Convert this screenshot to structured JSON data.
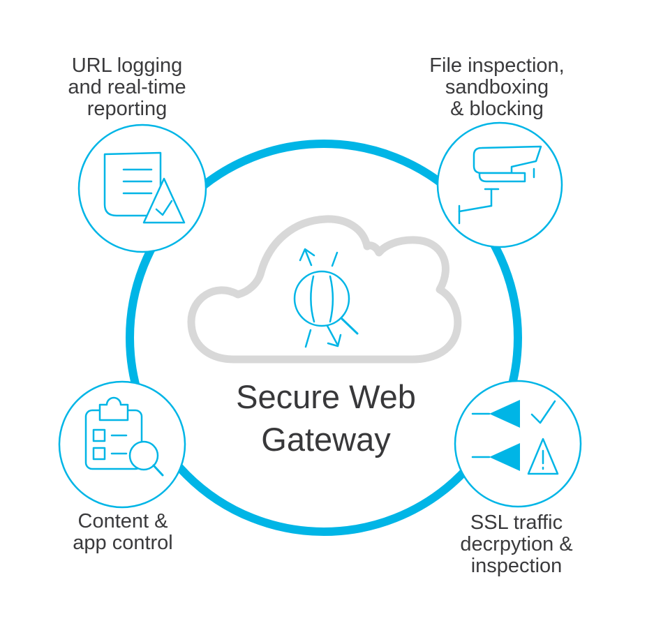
{
  "diagram": {
    "title": "Secure Web\nGateway",
    "center_icon": "cloud-traffic-inspection",
    "colors": {
      "accent": "#00b5e6",
      "cloud_gray": "#d8d8d8",
      "text": "#3a3a3c"
    },
    "nodes": [
      {
        "position": "top-left",
        "icon": "document-report-check-icon",
        "label": "URL logging\nand real-time\nreporting"
      },
      {
        "position": "top-right",
        "icon": "security-camera-icon",
        "label": "File inspection,\nsandboxing\n& blocking"
      },
      {
        "position": "bottom-left",
        "icon": "clipboard-search-icon",
        "label": "Content &\napp control"
      },
      {
        "position": "bottom-right",
        "icon": "ssl-filter-check-warning-icon",
        "label": "SSL traffic\ndecrpytion &\ninspection"
      }
    ]
  }
}
